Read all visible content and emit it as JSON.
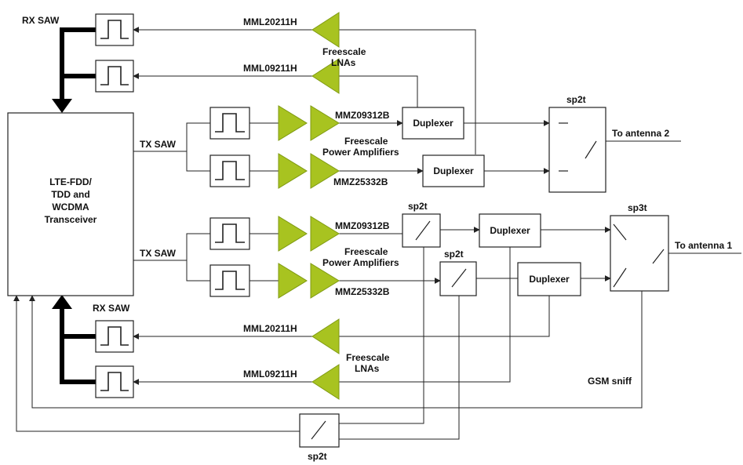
{
  "colors": {
    "amplifier": "#a8c320",
    "line": "#222222",
    "bus": "#000000"
  },
  "transceiver": {
    "line1": "LTE-FDD/",
    "line2": "TDD and",
    "line3": "WCDMA",
    "line4": "Transceiver"
  },
  "labels": {
    "rx_saw_top": "RX SAW",
    "rx_saw_bottom": "RX SAW",
    "tx_saw_upper": "TX SAW",
    "tx_saw_lower": "TX SAW",
    "lna_1": "MML20211H",
    "lna_2": "MML09211H",
    "lna_3": "MML20211H",
    "lna_4": "MML09211H",
    "pa_1": "MMZ09312B",
    "pa_2": "MMZ25332B",
    "pa_3": "MMZ09312B",
    "pa_4": "MMZ25332B",
    "lna_group_top_1": "Freescale",
    "lna_group_top_2": "LNAs",
    "lna_group_bottom_1": "Freescale",
    "lna_group_bottom_2": "LNAs",
    "pa_group_upper_1": "Freescale",
    "pa_group_upper_2": "Power Amplifiers",
    "pa_group_lower_1": "Freescale",
    "pa_group_lower_2": "Power Amplifiers",
    "duplexer_1": "Duplexer",
    "duplexer_2": "Duplexer",
    "duplexer_3": "Duplexer",
    "duplexer_4": "Duplexer",
    "sp2t_antenna2": "sp2t",
    "sp3t_antenna1": "sp3t",
    "sp2t_a": "sp2t",
    "sp2t_b": "sp2t",
    "sp2t_c": "sp2t",
    "antenna_2": "To antenna  2",
    "antenna_1": "To antenna  1",
    "gsm_sniff": "GSM sniff"
  }
}
